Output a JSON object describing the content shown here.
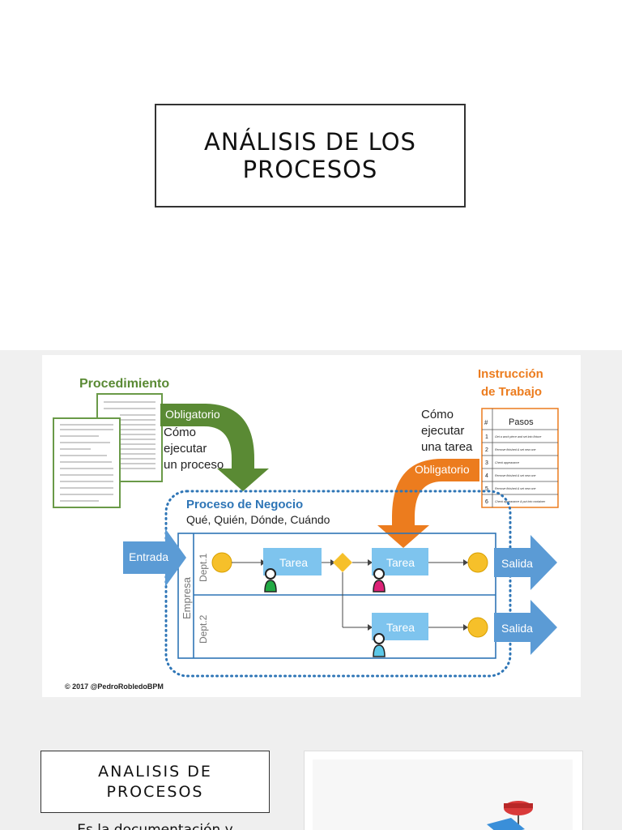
{
  "slide1": {
    "title": "ANÁLISIS DE LOS PROCESOS"
  },
  "slide2": {
    "procedimiento": "Procedimiento",
    "obligatorio_left": "Obligatorio",
    "como_left_1": "Cómo",
    "como_left_2": "ejecutar",
    "como_left_3": "un proceso",
    "instruccion_1": "Instrucción",
    "instruccion_2": "de Trabajo",
    "como_right_1": "Cómo",
    "como_right_2": "ejecutar",
    "como_right_3": "una tarea",
    "obligatorio_right": "Obligatorio",
    "table_hash": "#",
    "table_pasos": "Pasos",
    "steps": [
      {
        "n": "1",
        "text": "Get a work piece and set into fixture"
      },
      {
        "n": "2",
        "text": "Remove finished & set new one"
      },
      {
        "n": "3",
        "text": "Check appearance"
      },
      {
        "n": "4",
        "text": "Remove finished & set new one"
      },
      {
        "n": "5",
        "text": "Remove finished & set new one"
      },
      {
        "n": "6",
        "text": "Check appearance & put into container"
      }
    ],
    "proceso_title": "Proceso de Negocio",
    "proceso_sub": "Qué, Quién, Dónde, Cuándo",
    "entrada": "Entrada",
    "empresa": "Empresa",
    "dept1": "Dept.1",
    "dept2": "Dept.2",
    "tarea": "Tarea",
    "salida": "Salida",
    "copyright": "© 2017 @PedroRobledoBPM",
    "colors": {
      "green": "#5a8a34",
      "orange": "#ec7c1e",
      "blue": "#2e75b6",
      "task": "#7ec4ee",
      "event": "#f6c02a"
    }
  },
  "slide3": {
    "title": "ANALISIS DE PROCESOS",
    "body": "Es la documentación y"
  }
}
